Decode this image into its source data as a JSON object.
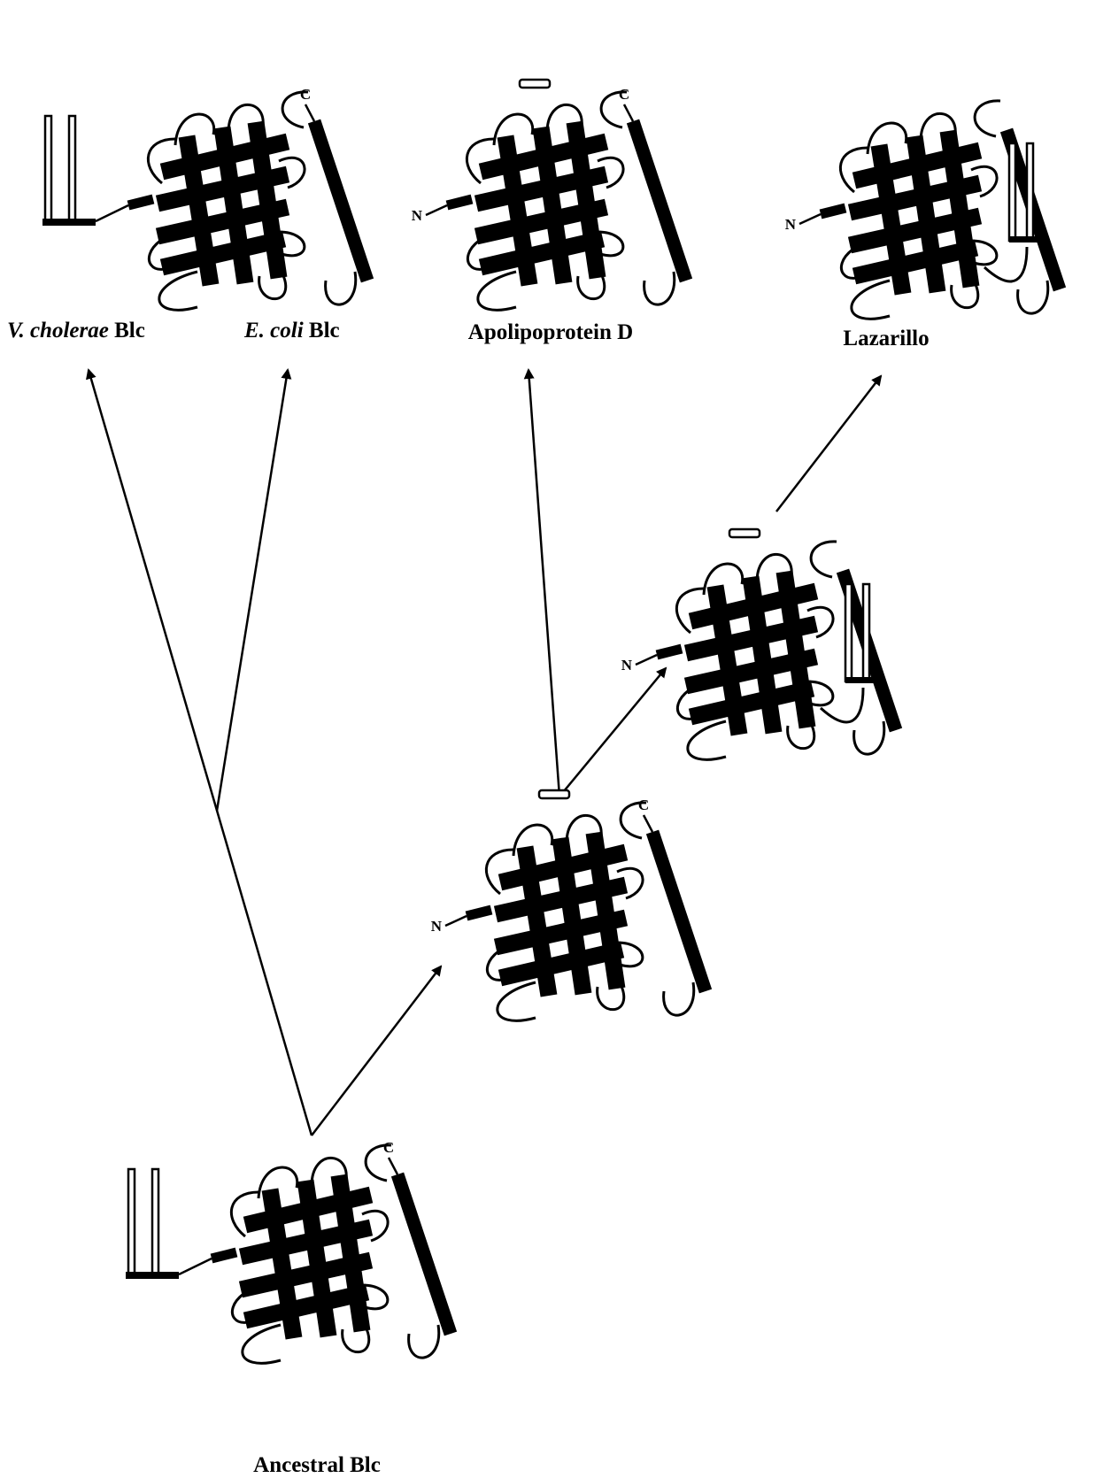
{
  "labels": {
    "v_cholerae_italic": "V. cholerae",
    "v_cholerae_rest": " Blc",
    "e_coli_italic": "E. coli",
    "e_coli_rest": " Blc",
    "apolipoprotein_d": "Apolipoprotein D",
    "lazarillo": "Lazarillo",
    "ancestral_blc": "Ancestral Blc"
  },
  "terminus": {
    "n": "N",
    "c": "C"
  },
  "colors": {
    "ink": "#000000",
    "background": "#ffffff"
  },
  "icons": [
    "lipocalin-barrel-icon",
    "membrane-anchor-icon",
    "disulfide-loop-icon",
    "alpha-helix-icon"
  ]
}
